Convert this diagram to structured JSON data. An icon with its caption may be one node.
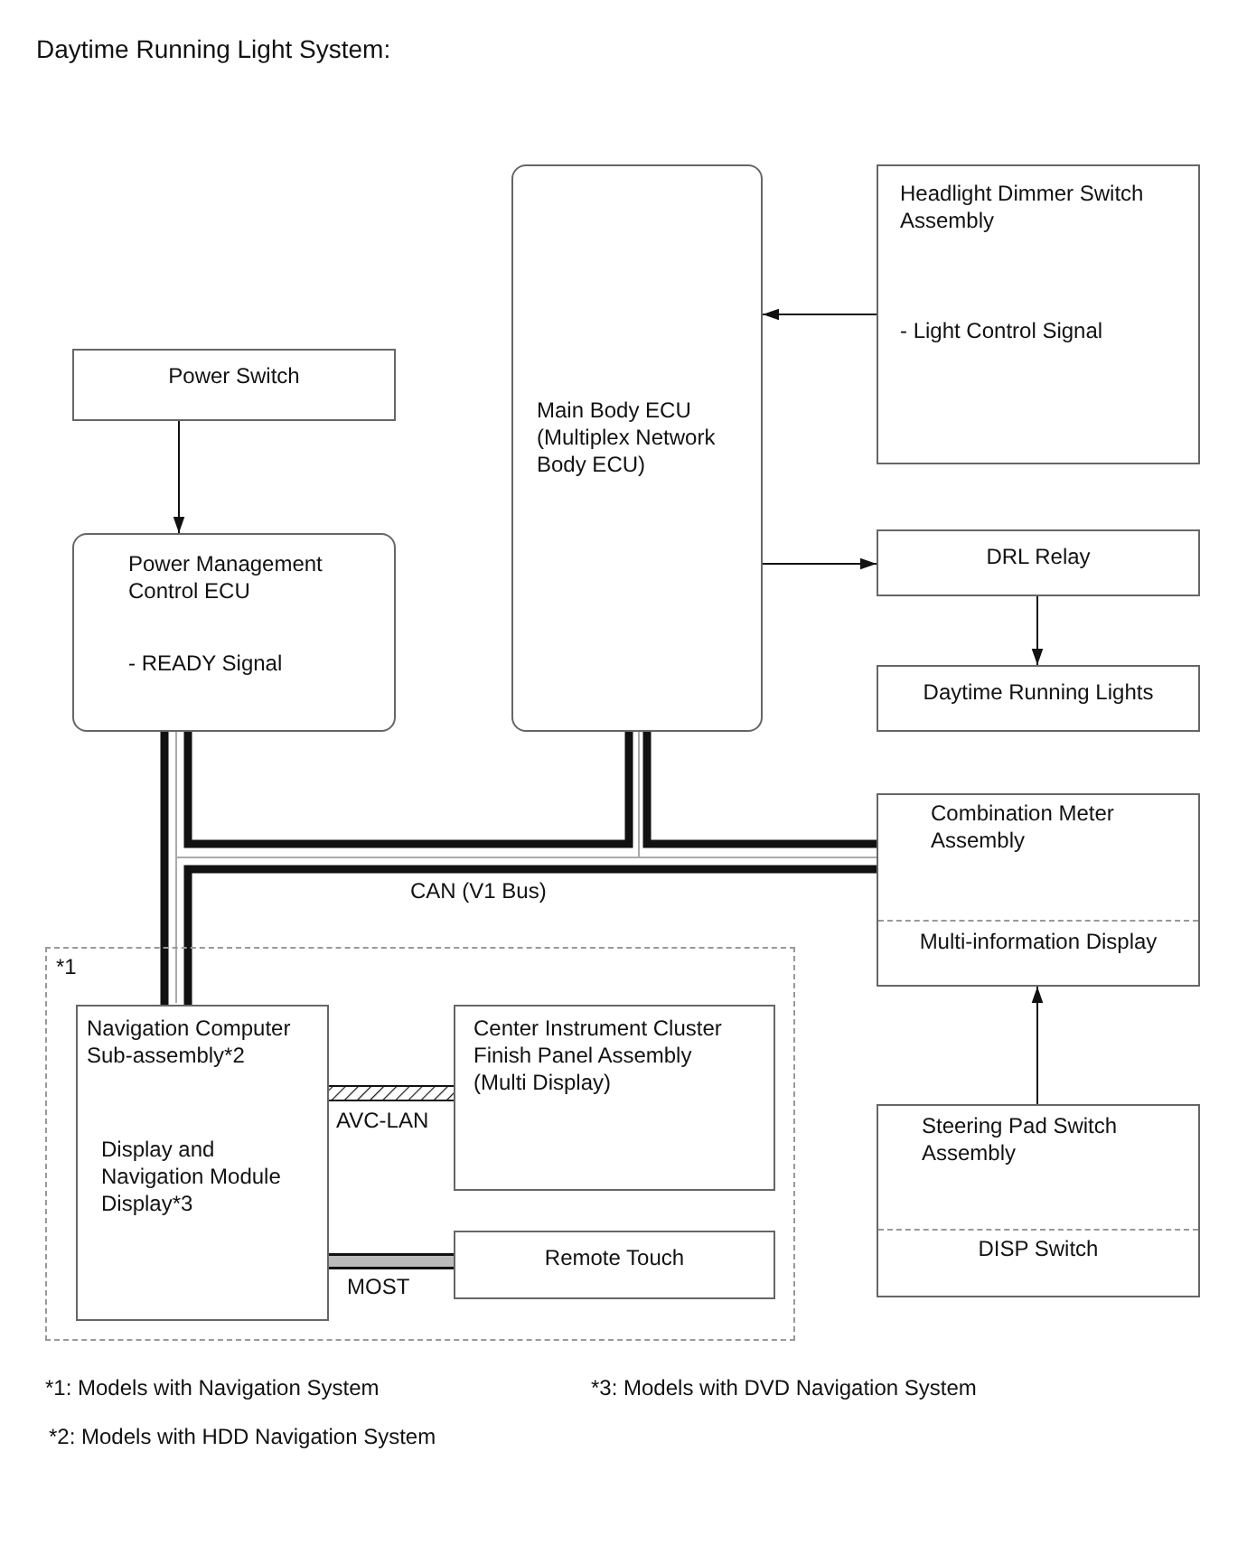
{
  "diagram": {
    "title": "Daytime Running Light System:",
    "nodes": [
      {
        "text": [
          "Power Switch"
        ]
      },
      {
        "text": [
          "Power Management Control ECU",
          "- READY Signal"
        ]
      },
      {
        "text": [
          "Main Body ECU (Multiplex Network Body ECU)"
        ]
      },
      {
        "text": [
          "Headlight Dimmer Switch Assembly",
          "- Light Control Signal"
        ]
      },
      {
        "text": [
          "DRL Relay"
        ]
      },
      {
        "text": [
          "Daytime Running Lights"
        ]
      },
      {
        "text": [
          "Combination Meter Assembly",
          "Multi-information Display"
        ]
      },
      {
        "text": [
          "*1"
        ]
      },
      {
        "text": [
          "Navigation Computer Sub-assembly*2",
          "Display and Navigation Module Display*3"
        ],
        "in": 7
      },
      {
        "text": [
          "Center Instrument Cluster Finish Panel Assembly (Multi Display)"
        ],
        "in": 7
      },
      {
        "text": [
          "Remote Touch"
        ],
        "in": 7
      },
      {
        "text": [
          "Steering Pad Switch Assembly",
          "DISP Switch"
        ]
      }
    ],
    "edges": [
      {
        "from": 0,
        "to": 1,
        "arrow": "to"
      },
      {
        "from": 3,
        "to": 2,
        "arrow": "to"
      },
      {
        "from": 2,
        "to": 4,
        "arrow": "to"
      },
      {
        "from": 4,
        "to": 5,
        "arrow": "to"
      },
      {
        "from": 11,
        "to": 6,
        "arrow": "to"
      },
      {
        "from": 1,
        "to": 8,
        "arrow": "none"
      },
      {
        "from": 1,
        "to": 2,
        "arrow": "none"
      },
      {
        "from": 8,
        "to": 6,
        "arrow": "none"
      },
      {
        "from": 2,
        "to": 6,
        "arrow": "none"
      },
      {
        "from": 8,
        "to": 9,
        "arrow": "none",
        "label": "AVC-LAN",
        "style": "thick"
      },
      {
        "from": 8,
        "to": 10,
        "arrow": "none",
        "label": "MOST",
        "style": "thick"
      }
    ],
    "labels": [
      "CAN (V1 Bus)",
      "*1: Models with Navigation System",
      "*3: Models with DVD Navigation System",
      "*2: Models with HDD Navigation System"
    ]
  }
}
